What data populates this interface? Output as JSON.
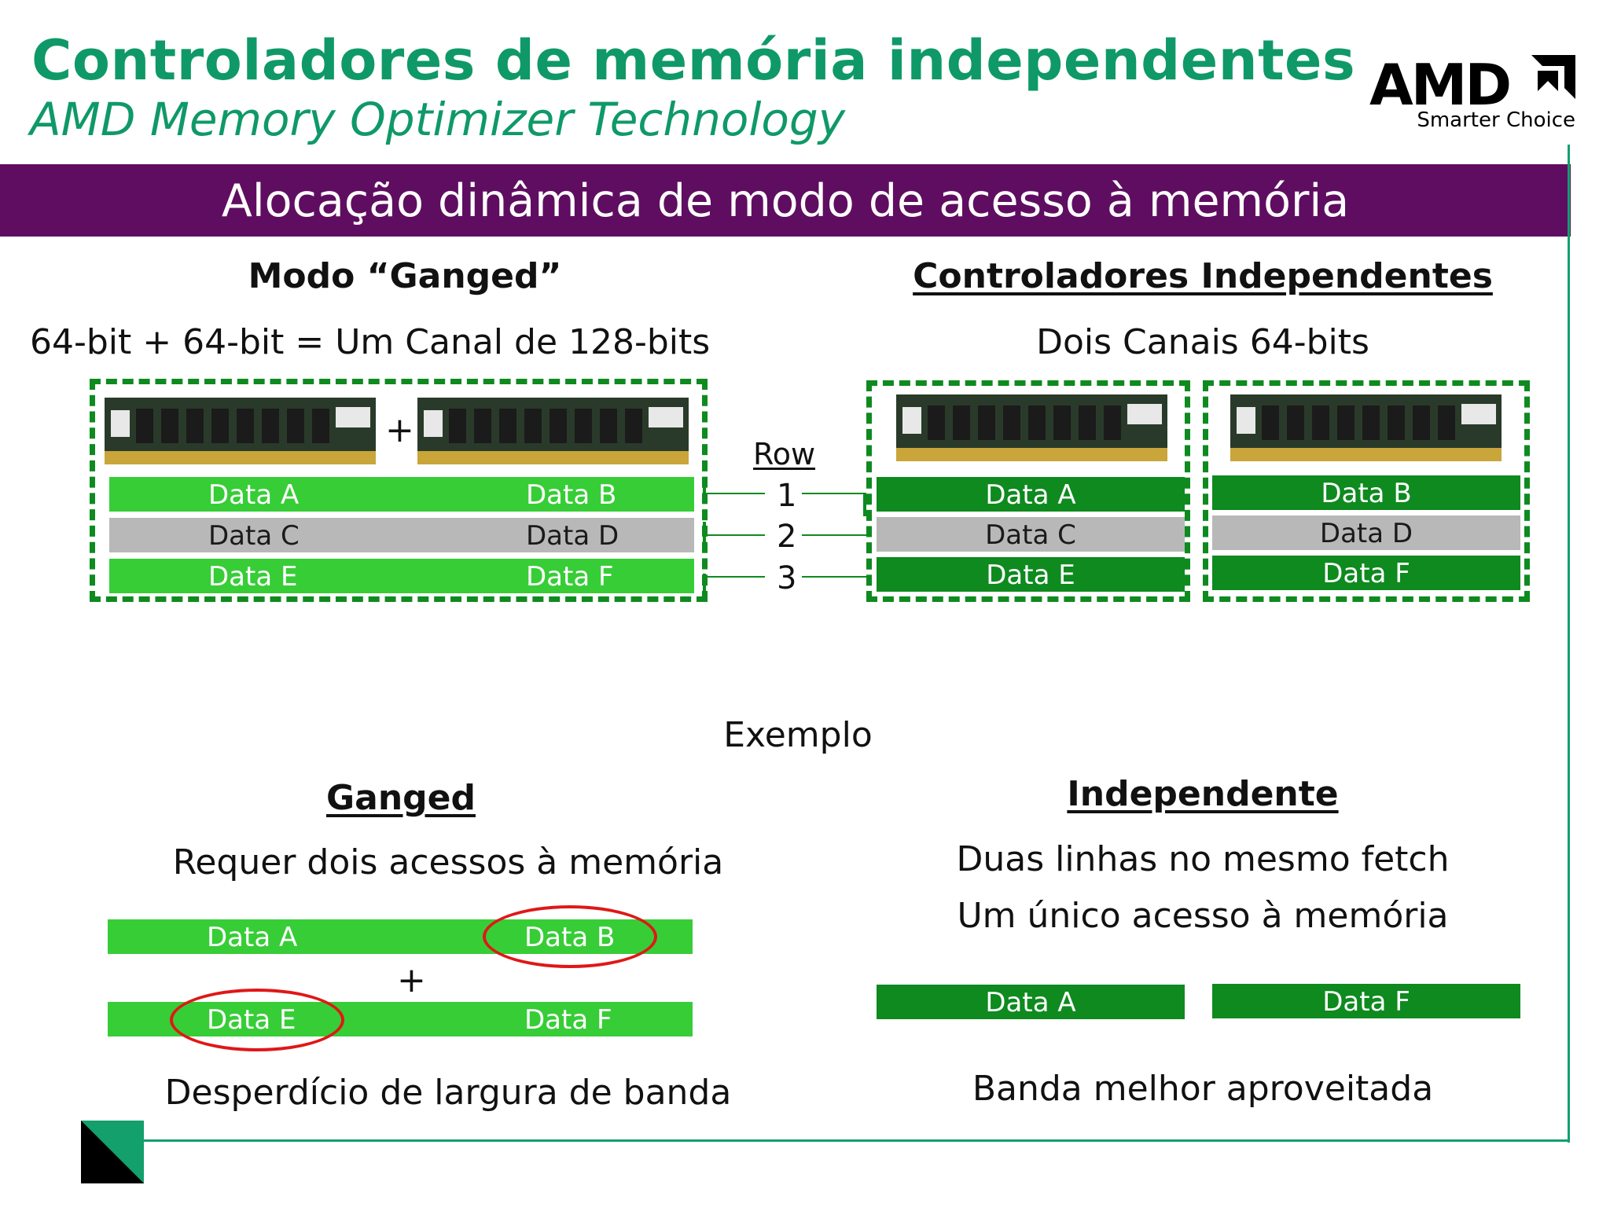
{
  "header": {
    "title": "Controladores de memória independentes",
    "subtitle": "AMD Memory Optimizer Technology"
  },
  "logo": {
    "brand": "AMD",
    "tagline": "Smarter Choice",
    "icon": "amd-arrow-logo"
  },
  "banner": {
    "text": "Alocação dinâmica de modo de acesso à memória"
  },
  "ganged_mode": {
    "heading": "Modo “Ganged”",
    "description": "64-bit + 64-bit = Um Canal de 128-bits",
    "plus": "+",
    "rows": [
      {
        "left": "Data A",
        "right": "Data B"
      },
      {
        "left": "Data C",
        "right": "Data D"
      },
      {
        "left": "Data E",
        "right": "Data F"
      }
    ]
  },
  "rows_legend": {
    "label": "Row",
    "numbers": [
      "1",
      "2",
      "3"
    ]
  },
  "independent_mode": {
    "heading": "Controladores Independentes",
    "description": "Dois Canais 64-bits",
    "left_channel": [
      "Data A",
      "Data C",
      "Data E"
    ],
    "right_channel": [
      "Data B",
      "Data D",
      "Data F"
    ]
  },
  "example": {
    "label": "Exemplo",
    "ganged": {
      "heading": "Ganged",
      "description": "Requer dois acessos à memória",
      "row1": {
        "left": "Data A",
        "right": "Data B"
      },
      "plus": "+",
      "row2": {
        "left": "Data E",
        "right": "Data F"
      },
      "conclusion": "Desperdício de largura de banda"
    },
    "independent": {
      "heading": "Independente",
      "line1": "Duas linhas no mesmo fetch",
      "line2": "Um único acesso à memória",
      "left": "Data A",
      "right": "Data F",
      "conclusion": "Banda melhor aproveitada"
    }
  },
  "colors": {
    "title_green": "#0f9968",
    "banner_purple": "#5f0d61",
    "bar_light_green": "#37cd37",
    "bar_dark_green": "#0e8a1f",
    "bar_gray": "#b8b8b8",
    "highlight_red": "#e01717"
  }
}
